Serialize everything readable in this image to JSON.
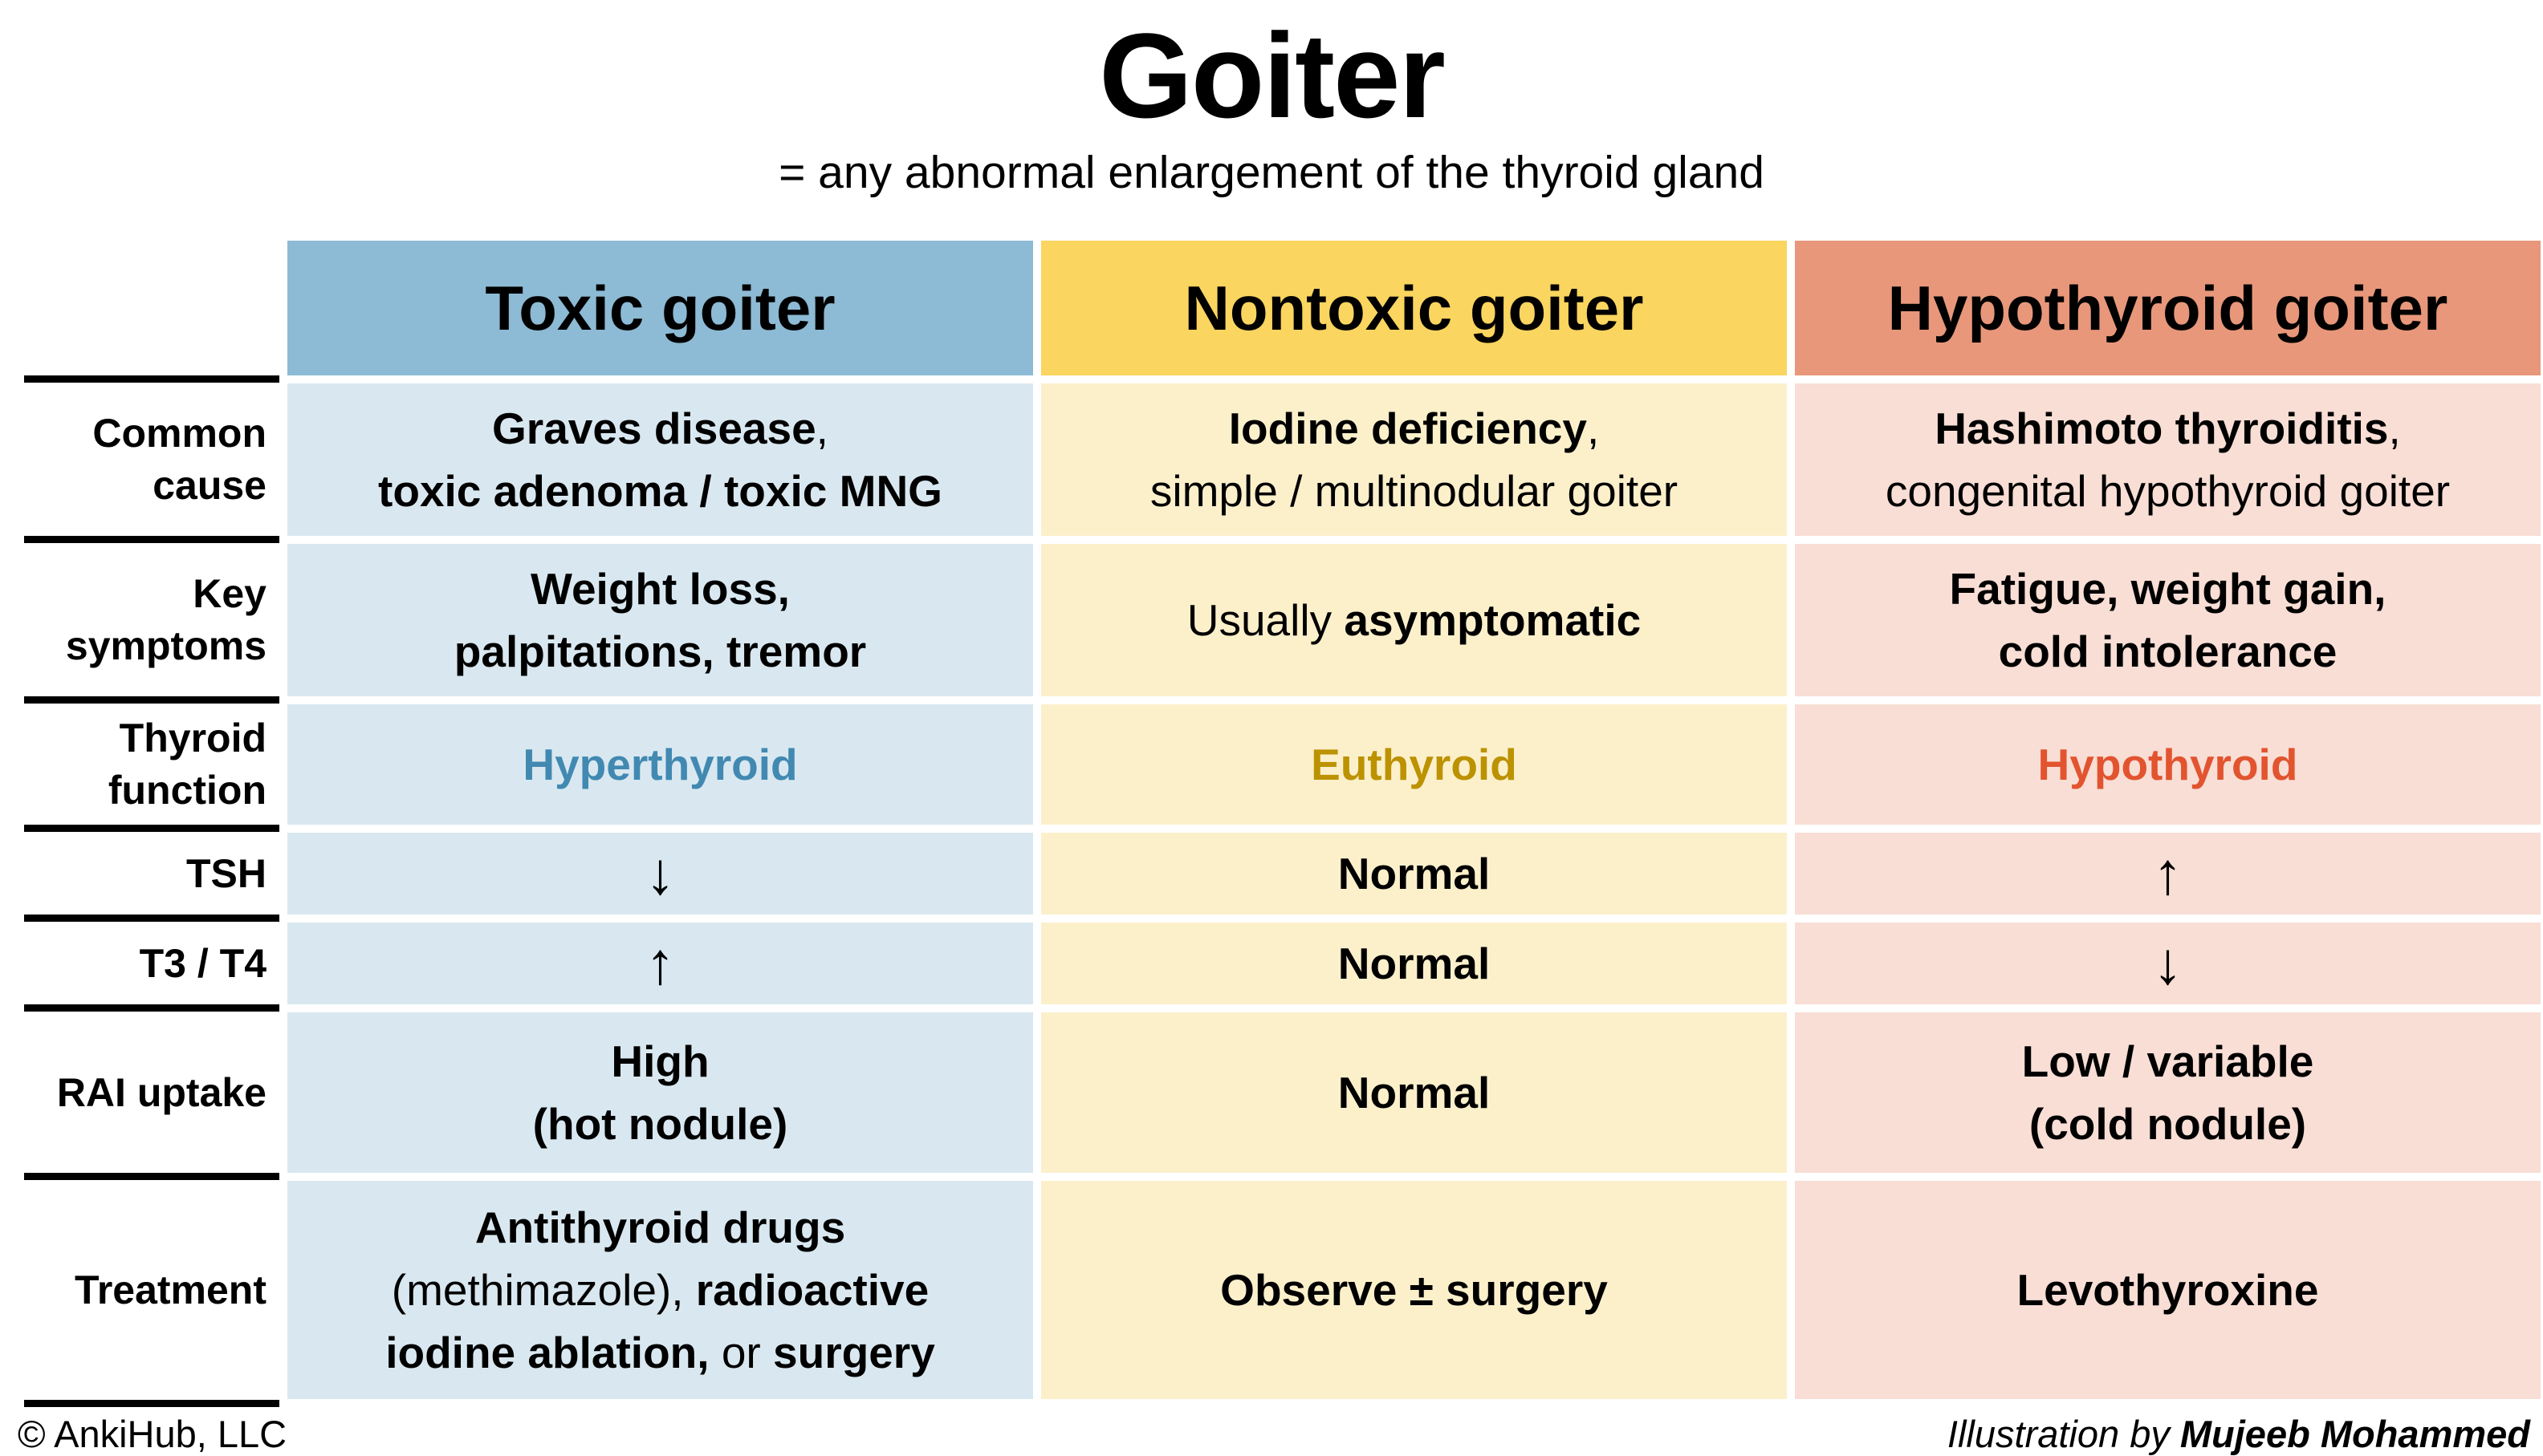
{
  "page": {
    "title": "Goiter",
    "subtitle": "= any abnormal enlargement of the thyroid gland",
    "footer_left": "© AnkiHub, LLC",
    "footer_right_prefix": "Illustration by ",
    "footer_right_name": "Mujeeb Mohammed"
  },
  "colors": {
    "header_blue": "#8DBAD4",
    "body_blue": "#D9E8F0",
    "header_yellow": "#FAD55F",
    "body_yellow": "#FCF0CB",
    "header_salmon": "#E8977B",
    "body_pink": "#F8DED5",
    "hyperthyroid_text": "#4289B2",
    "euthyroid_text": "#BC9200",
    "hypothyroid_text": "#E2542F"
  },
  "table": {
    "columns": [
      {
        "id": "toxic",
        "label": "Toxic goiter",
        "header_bg": "#8DBAD4",
        "body_bg": "#D9E8F0"
      },
      {
        "id": "nontoxic",
        "label": "Nontoxic goiter",
        "header_bg": "#FAD55F",
        "body_bg": "#FCF0CB"
      },
      {
        "id": "hypothyroid",
        "label": "Hypothyroid goiter",
        "header_bg": "#E8977B",
        "body_bg": "#F8DED5"
      }
    ],
    "rows": [
      {
        "id": "common-cause",
        "label_lines": [
          "Common",
          "cause"
        ],
        "cells": [
          {
            "lines": [
              [
                {
                  "t": "Graves disease",
                  "b": true
                },
                {
                  "t": ",",
                  "b": false
                }
              ],
              [
                {
                  "t": "toxic adenoma / toxic MNG",
                  "b": true
                }
              ]
            ]
          },
          {
            "lines": [
              [
                {
                  "t": "Iodine deficiency",
                  "b": true
                },
                {
                  "t": ",",
                  "b": false
                }
              ],
              [
                {
                  "t": "simple / multinodular goiter",
                  "b": false
                }
              ]
            ]
          },
          {
            "lines": [
              [
                {
                  "t": "Hashimoto thyroiditis",
                  "b": true
                },
                {
                  "t": ",",
                  "b": false
                }
              ],
              [
                {
                  "t": "congenital hypothyroid goiter",
                  "b": false
                }
              ]
            ]
          }
        ]
      },
      {
        "id": "key-symptoms",
        "label_lines": [
          "Key",
          "symptoms"
        ],
        "cells": [
          {
            "lines": [
              [
                {
                  "t": "Weight loss,",
                  "b": true
                }
              ],
              [
                {
                  "t": "palpitations, tremor",
                  "b": true
                }
              ]
            ]
          },
          {
            "lines": [
              [
                {
                  "t": "Usually ",
                  "b": false
                },
                {
                  "t": "asymptomatic",
                  "b": true
                }
              ]
            ]
          },
          {
            "lines": [
              [
                {
                  "t": "Fatigue, weight gain,",
                  "b": true
                }
              ],
              [
                {
                  "t": "cold intolerance",
                  "b": true
                }
              ]
            ]
          }
        ]
      },
      {
        "id": "thyroid-function",
        "label_lines": [
          "Thyroid",
          "function"
        ],
        "cells": [
          {
            "color": "#4289B2",
            "lines": [
              [
                {
                  "t": "Hyperthyroid",
                  "b": true
                }
              ]
            ]
          },
          {
            "color": "#BC9200",
            "lines": [
              [
                {
                  "t": "Euthyroid",
                  "b": true
                }
              ]
            ]
          },
          {
            "color": "#E2542F",
            "lines": [
              [
                {
                  "t": "Hypothyroid",
                  "b": true
                }
              ]
            ]
          }
        ]
      },
      {
        "id": "tsh",
        "label_lines": [
          "TSH"
        ],
        "cells": [
          {
            "arrow": true,
            "lines": [
              [
                {
                  "t": "↓",
                  "b": false
                }
              ]
            ]
          },
          {
            "lines": [
              [
                {
                  "t": "Normal",
                  "b": true
                }
              ]
            ]
          },
          {
            "arrow": true,
            "lines": [
              [
                {
                  "t": "↑",
                  "b": false
                }
              ]
            ]
          }
        ]
      },
      {
        "id": "t3-t4",
        "label_lines": [
          "T3 / T4"
        ],
        "cells": [
          {
            "arrow": true,
            "lines": [
              [
                {
                  "t": "↑",
                  "b": false
                }
              ]
            ]
          },
          {
            "lines": [
              [
                {
                  "t": "Normal",
                  "b": true
                }
              ]
            ]
          },
          {
            "arrow": true,
            "lines": [
              [
                {
                  "t": "↓",
                  "b": false
                }
              ]
            ]
          }
        ]
      },
      {
        "id": "rai-uptake",
        "label_lines": [
          "RAI uptake"
        ],
        "cells": [
          {
            "lines": [
              [
                {
                  "t": "High",
                  "b": true
                }
              ],
              [
                {
                  "t": "(hot nodule)",
                  "b": true
                }
              ]
            ]
          },
          {
            "lines": [
              [
                {
                  "t": "Normal",
                  "b": true
                }
              ]
            ]
          },
          {
            "lines": [
              [
                {
                  "t": "Low / variable",
                  "b": true
                }
              ],
              [
                {
                  "t": "(cold nodule)",
                  "b": true
                }
              ]
            ]
          }
        ]
      },
      {
        "id": "treatment",
        "label_lines": [
          "Treatment"
        ],
        "cells": [
          {
            "lines": [
              [
                {
                  "t": "Antithyroid drugs",
                  "b": true
                }
              ],
              [
                {
                  "t": "(methimazole), ",
                  "b": false
                },
                {
                  "t": "radioactive",
                  "b": true
                }
              ],
              [
                {
                  "t": "iodine ablation,",
                  "b": true
                },
                {
                  "t": " or ",
                  "b": false
                },
                {
                  "t": "surgery",
                  "b": true
                }
              ]
            ]
          },
          {
            "lines": [
              [
                {
                  "t": "Observe ± surgery",
                  "b": true
                }
              ]
            ]
          },
          {
            "lines": [
              [
                {
                  "t": "Levothyroxine",
                  "b": true
                }
              ]
            ]
          }
        ]
      }
    ]
  }
}
